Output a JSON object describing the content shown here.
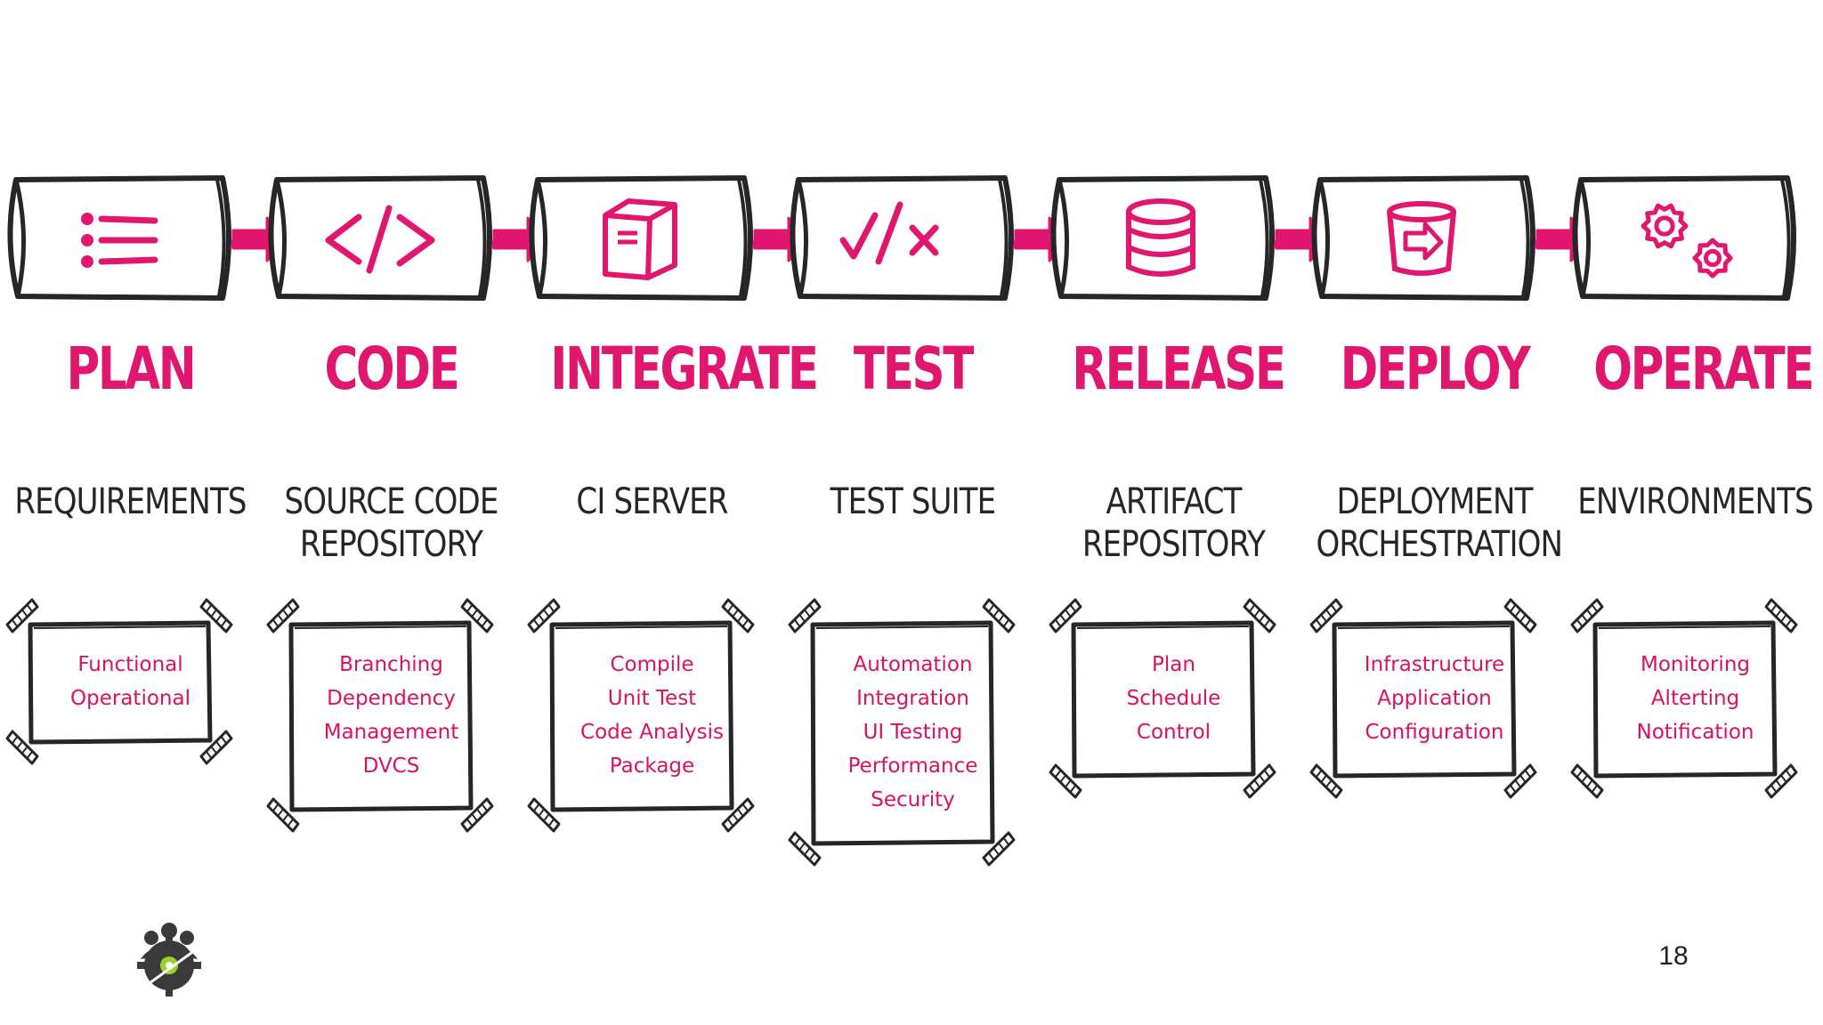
{
  "stages": [
    {
      "title": "PLAN",
      "tool": [
        "REQUIREMENTS"
      ],
      "items": [
        "Functional",
        "Operational"
      ],
      "icon": "list-icon"
    },
    {
      "title": "CODE",
      "tool": [
        "SOURCE CODE",
        "REPOSITORY"
      ],
      "items": [
        "Branching",
        "Dependency",
        "Management",
        "DVCS"
      ],
      "icon": "code-brackets-icon"
    },
    {
      "title": "INTEGRATE",
      "tool": [
        "CI SERVER"
      ],
      "items": [
        "Compile",
        "Unit Test",
        "Code Analysis",
        "Package"
      ],
      "icon": "package-box-icon"
    },
    {
      "title": "TEST",
      "tool": [
        "TEST SUITE"
      ],
      "items": [
        "Automation",
        "Integration",
        "UI Testing",
        "Performance",
        "Security"
      ],
      "icon": "check-cross-icon"
    },
    {
      "title": "RELEASE",
      "tool": [
        "ARTIFACT",
        "REPOSITORY"
      ],
      "items": [
        "Plan",
        "Schedule",
        "Control"
      ],
      "icon": "database-icon"
    },
    {
      "title": "DEPLOY",
      "tool": [
        "DEPLOYMENT",
        "ORCHESTRATION"
      ],
      "items": [
        "Infrastructure",
        "Application",
        "Configuration"
      ],
      "icon": "bucket-arrow-icon"
    },
    {
      "title": "OPERATE",
      "tool": [
        "ENVIRONMENTS"
      ],
      "items": [
        "Monitoring",
        "Alterting",
        "Notification"
      ],
      "icon": "gears-icon"
    }
  ],
  "page_number": "18",
  "logo_icon": "team-gear-logo-icon",
  "colors": {
    "accent": "#e0166f",
    "ink": "#262626"
  }
}
